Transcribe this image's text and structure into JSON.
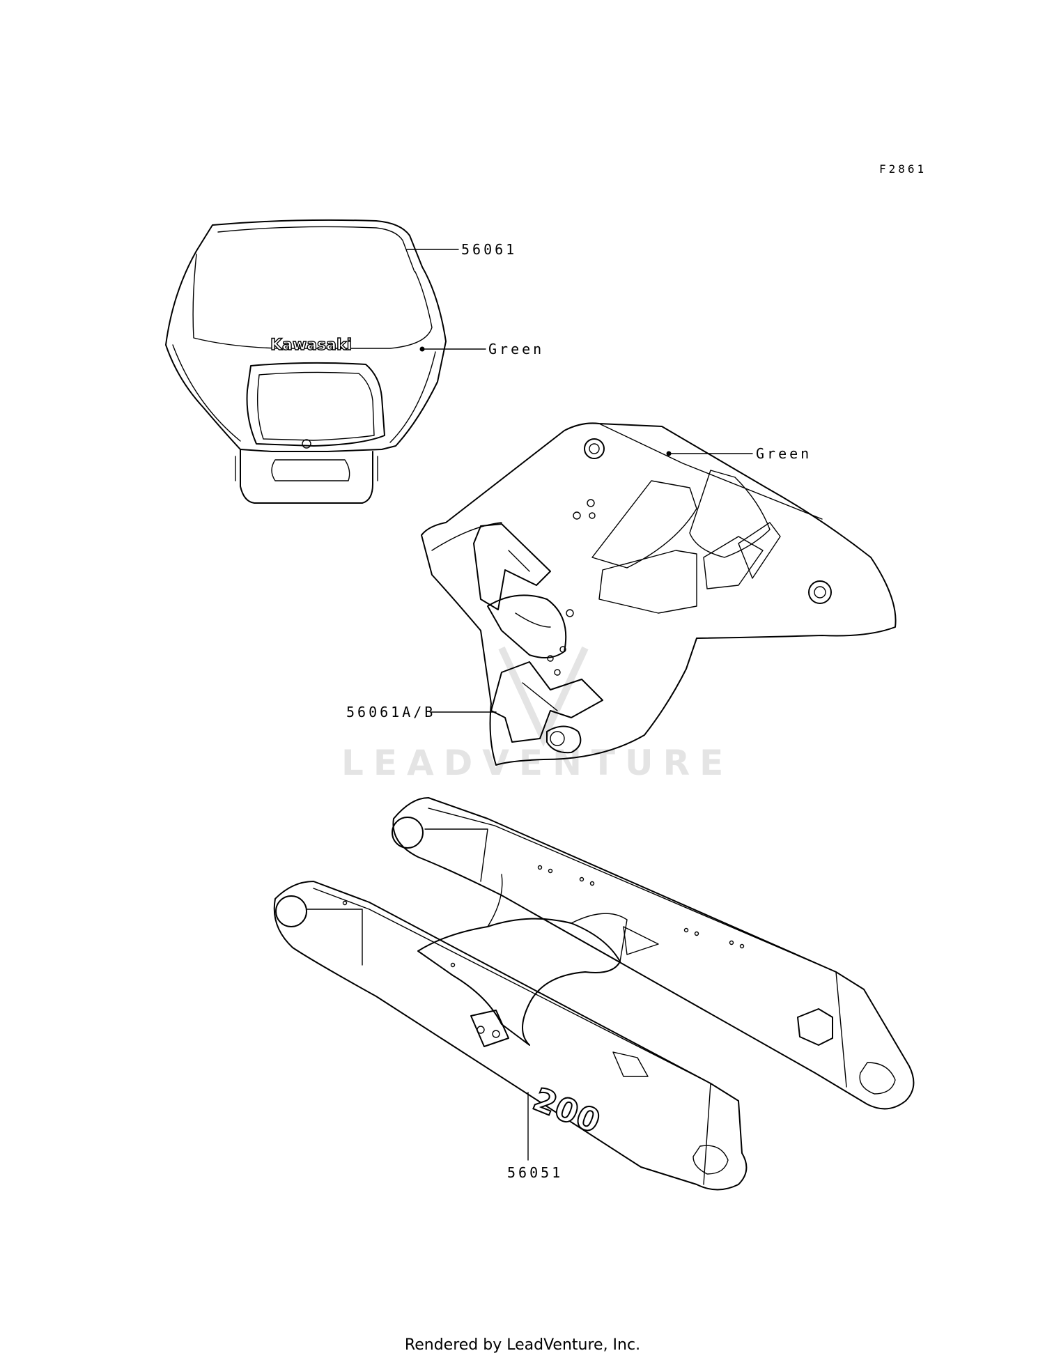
{
  "figure_code": "F2861",
  "watermark": "LEADVENTURE",
  "footer": "Rendered by LeadVenture, Inc.",
  "callouts": {
    "headlight_decal": "56061",
    "headlight_color": "Green",
    "side_cover_color": "Green",
    "side_cover_decal": "56061A/B",
    "swingarm_decal": "56051"
  },
  "printed_marks": {
    "brand": "Kawasaki",
    "number_plate": "200"
  }
}
